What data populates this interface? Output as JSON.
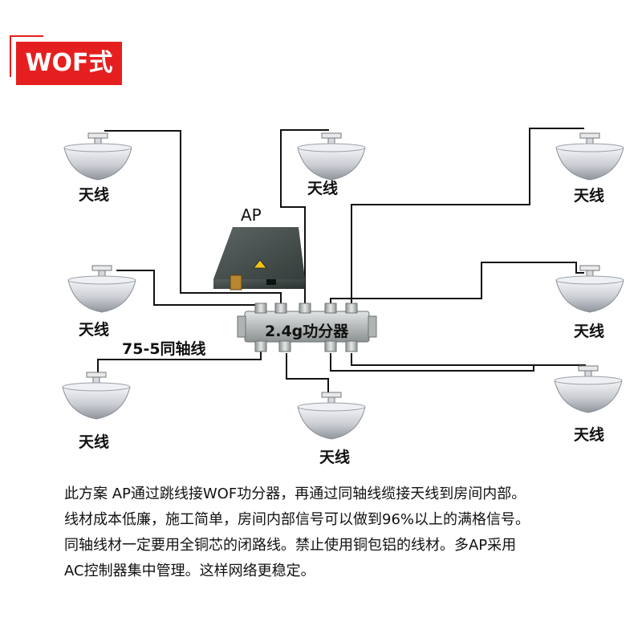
{
  "header": {
    "badge_text": "WOF式"
  },
  "diagram": {
    "ap_label": "AP",
    "splitter_label": "2.4g功分器",
    "cable_label": "75-5同轴线",
    "antenna_label": "天线"
  },
  "description": {
    "lines": [
      "此方案 AP通过跳线接WOF功分器，再通过同轴线缆接天线到房间内部。",
      "线材成本低廉，施工简单，房间内部信号可以做到96%以上的满格信号。",
      "同轴线材一定要用全铜芯的闭路线。禁止使用铜包铝的线材。多AP采用",
      "AC控制器集中管理。这样网络更稳定。"
    ]
  },
  "colors": {
    "accent": "#e51f1f",
    "device": "#3b4442",
    "splitter": "#b9bdbd",
    "cable": "#111111"
  }
}
